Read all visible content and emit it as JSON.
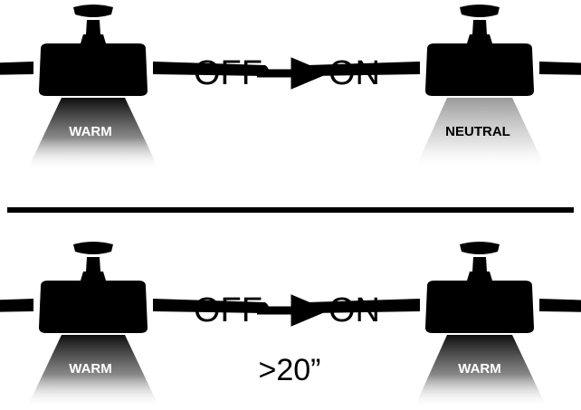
{
  "colors": {
    "ink": "#000000",
    "beam_top": "#000000",
    "beam_bottom": "#ffffff"
  },
  "diagram": {
    "scenarios": [
      {
        "from_state": "OFF",
        "to_state": "ON",
        "delay_note": "",
        "left_fan": {
          "light_label": "WARM",
          "label_color": "#ffffff",
          "beam": "strong"
        },
        "right_fan": {
          "light_label": "NEUTRAL",
          "label_color": "#000000",
          "beam": "faint"
        }
      },
      {
        "from_state": "OFF",
        "to_state": "ON",
        "delay_note": ">20”",
        "left_fan": {
          "light_label": "WARM",
          "label_color": "#ffffff",
          "beam": "strong"
        },
        "right_fan": {
          "light_label": "WARM",
          "label_color": "#ffffff",
          "beam": "strong"
        }
      }
    ]
  }
}
